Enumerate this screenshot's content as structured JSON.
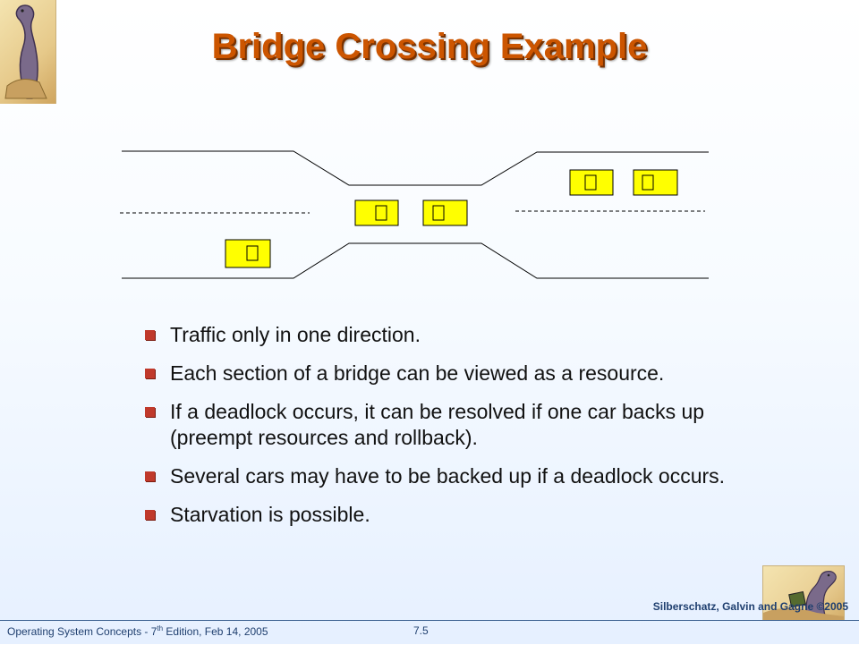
{
  "slide": {
    "title": "Bridge Crossing Example",
    "bullets": [
      "Traffic only in one direction.",
      "Each section of a bridge can be viewed as a resource.",
      "If a deadlock occurs, it can be resolved if one car backs up (preempt resources and rollback).",
      "Several cars may have to be backed up if a deadlock occurs.",
      "Starvation is possible."
    ]
  },
  "footer": {
    "left_prefix": "Operating System Concepts - 7",
    "left_sup": "th",
    "left_suffix": " Edition, Feb 14, 2005",
    "page": "7.5",
    "right": "Silberschatz, Galvin and Gagne ©2005"
  },
  "colors": {
    "title": "#cc5500",
    "bullet_marker": "#c0392b",
    "car_fill": "#ffff00"
  },
  "icons": {
    "car": "car-icon",
    "logo": "dinosaur-logo-icon"
  }
}
